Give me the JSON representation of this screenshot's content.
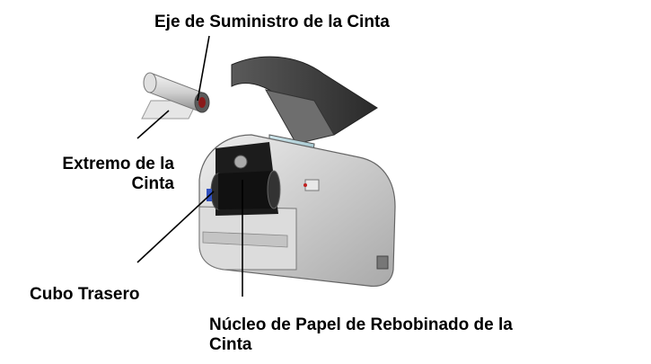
{
  "labels": {
    "supply_shaft": "Eje de Suministro de la Cinta",
    "ribbon_end_line1": "Extremo de la",
    "ribbon_end_line2": "Cinta",
    "rear_hub": "Cubo Trasero",
    "rewind_core_line1": "Núcleo de Papel de Rebobinado de la",
    "rewind_core_line2": "Cinta"
  },
  "colors": {
    "printer_body": "#d4d4d4",
    "printer_dark": "#3a3a3a",
    "ribbon_roll": "#c8c8c8",
    "shaft_end": "#8a1a1a",
    "accent_blue": "#3050c0"
  }
}
